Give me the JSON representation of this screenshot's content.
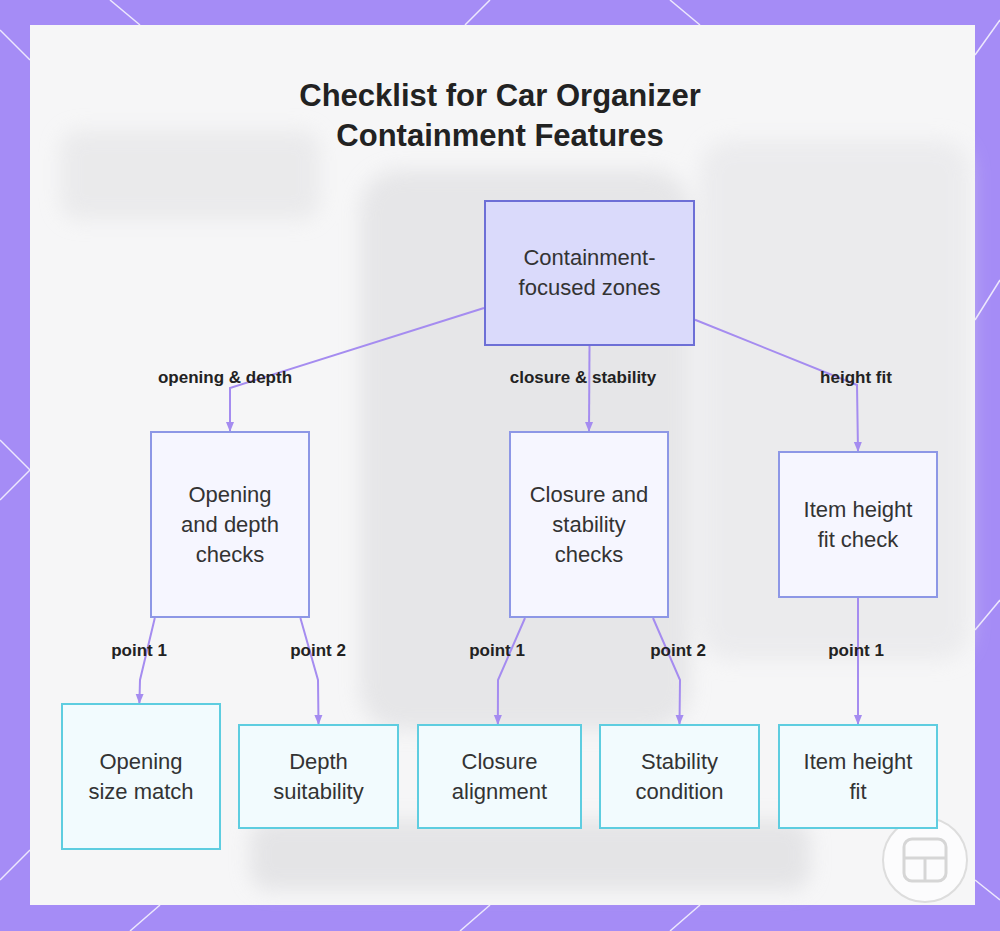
{
  "diagram": {
    "title": "Checklist for Car Organizer Containment Features",
    "nodes": [
      {
        "text": [
          "Containment-focused zones"
        ]
      },
      {
        "text": [
          "Opening and depth checks"
        ]
      },
      {
        "text": [
          "Closure and stability checks"
        ]
      },
      {
        "text": [
          "Item height fit check"
        ]
      },
      {
        "text": [
          "Opening size match"
        ]
      },
      {
        "text": [
          "Depth suitability"
        ]
      },
      {
        "text": [
          "Closure alignment"
        ]
      },
      {
        "text": [
          "Stability condition"
        ]
      },
      {
        "text": [
          "Item height fit"
        ]
      }
    ],
    "edges": [
      {
        "from": 0,
        "to": 1,
        "arrow": "to",
        "label": "opening & depth"
      },
      {
        "from": 0,
        "to": 2,
        "arrow": "to",
        "label": "closure & stability"
      },
      {
        "from": 0,
        "to": 3,
        "arrow": "to",
        "label": "height fit"
      },
      {
        "from": 1,
        "to": 4,
        "arrow": "to",
        "label": "point 1"
      },
      {
        "from": 1,
        "to": 5,
        "arrow": "to",
        "label": "point 2"
      },
      {
        "from": 2,
        "to": 6,
        "arrow": "to",
        "label": "point 1"
      },
      {
        "from": 2,
        "to": 7,
        "arrow": "to",
        "label": "point 2"
      },
      {
        "from": 3,
        "to": 8,
        "arrow": "to",
        "label": "point 1"
      }
    ]
  }
}
